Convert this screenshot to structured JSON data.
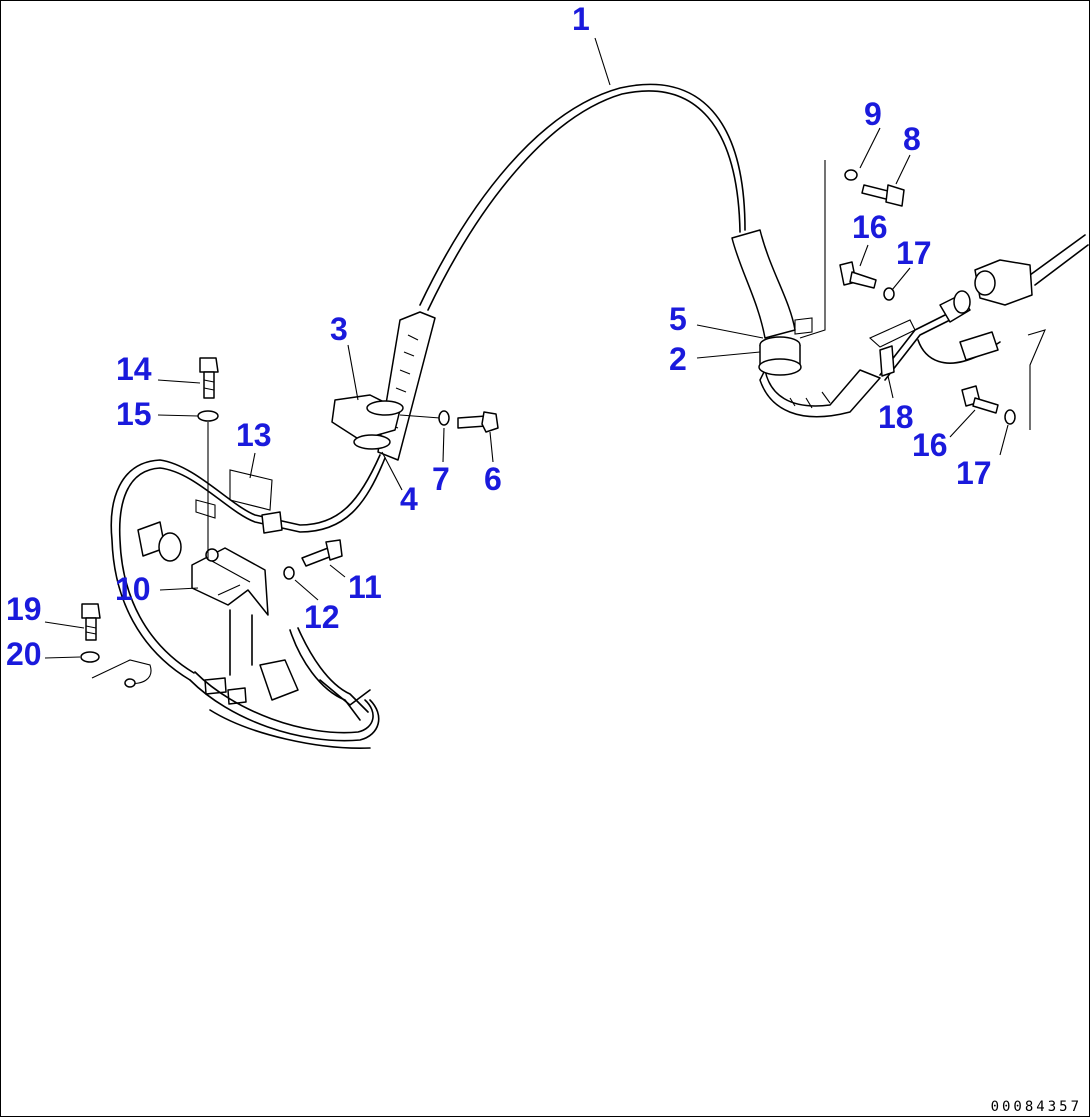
{
  "callouts": [
    {
      "id": "c1",
      "text": "1"
    },
    {
      "id": "c2",
      "text": "2"
    },
    {
      "id": "c3",
      "text": "3"
    },
    {
      "id": "c4",
      "text": "4"
    },
    {
      "id": "c5",
      "text": "5"
    },
    {
      "id": "c6",
      "text": "6"
    },
    {
      "id": "c7",
      "text": "7"
    },
    {
      "id": "c8",
      "text": "8"
    },
    {
      "id": "c9",
      "text": "9"
    },
    {
      "id": "c10",
      "text": "10"
    },
    {
      "id": "c11",
      "text": "11"
    },
    {
      "id": "c12",
      "text": "12"
    },
    {
      "id": "c13",
      "text": "13"
    },
    {
      "id": "c14",
      "text": "14"
    },
    {
      "id": "c15",
      "text": "15"
    },
    {
      "id": "c16a",
      "text": "16"
    },
    {
      "id": "c16b",
      "text": "16"
    },
    {
      "id": "c17a",
      "text": "17"
    },
    {
      "id": "c17b",
      "text": "17"
    },
    {
      "id": "c18",
      "text": "18"
    },
    {
      "id": "c19",
      "text": "19"
    },
    {
      "id": "c20",
      "text": "20"
    }
  ],
  "drawing_number": "00084357",
  "colors": {
    "callout": "#1a1adc",
    "line": "#000000",
    "background": "#ffffff"
  }
}
